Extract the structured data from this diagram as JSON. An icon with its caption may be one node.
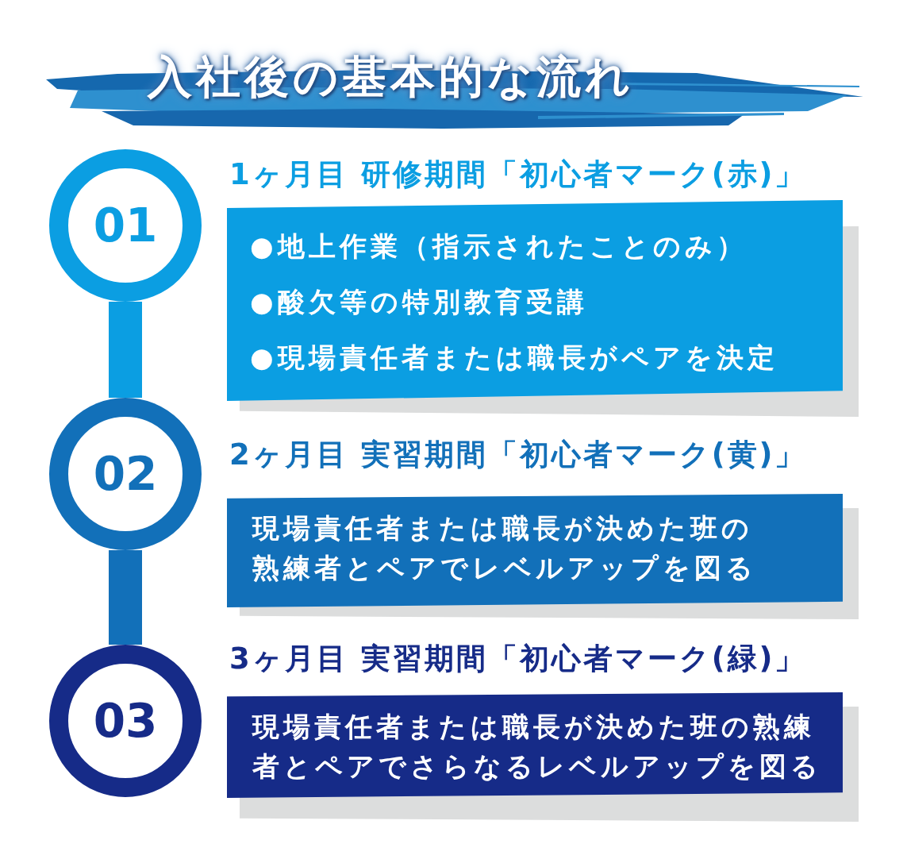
{
  "diagram": {
    "title": "入社後の基本的な流れ",
    "nodes": [
      {
        "text": [
          "01"
        ]
      },
      {
        "text": [
          "1ヶ月目 研修期間「初心者マーク(赤)」",
          "●地上作業（指示されたことのみ）",
          "●酸欠等の特別教育受講",
          "●現場責任者または職長がペアを決定"
        ]
      },
      {
        "text": [
          "02"
        ]
      },
      {
        "text": [
          "2ヶ月目 実習期間「初心者マーク(黄)」",
          "現場責任者または職長が決めた班の熟練者とペアでレベルアップを図る"
        ]
      },
      {
        "text": [
          "03"
        ]
      },
      {
        "text": [
          "3ヶ月目 実習期間「初心者マーク(緑)」",
          "現場責任者または職長が決めた班の熟練者とペアでさらなるレベルアップを図る"
        ]
      }
    ],
    "edges": [
      {
        "from": 0,
        "to": 2,
        "arrow": "none",
        "color": "#0b9ee2"
      },
      {
        "from": 2,
        "to": 4,
        "arrow": "none",
        "color": "#1270b9"
      }
    ]
  }
}
